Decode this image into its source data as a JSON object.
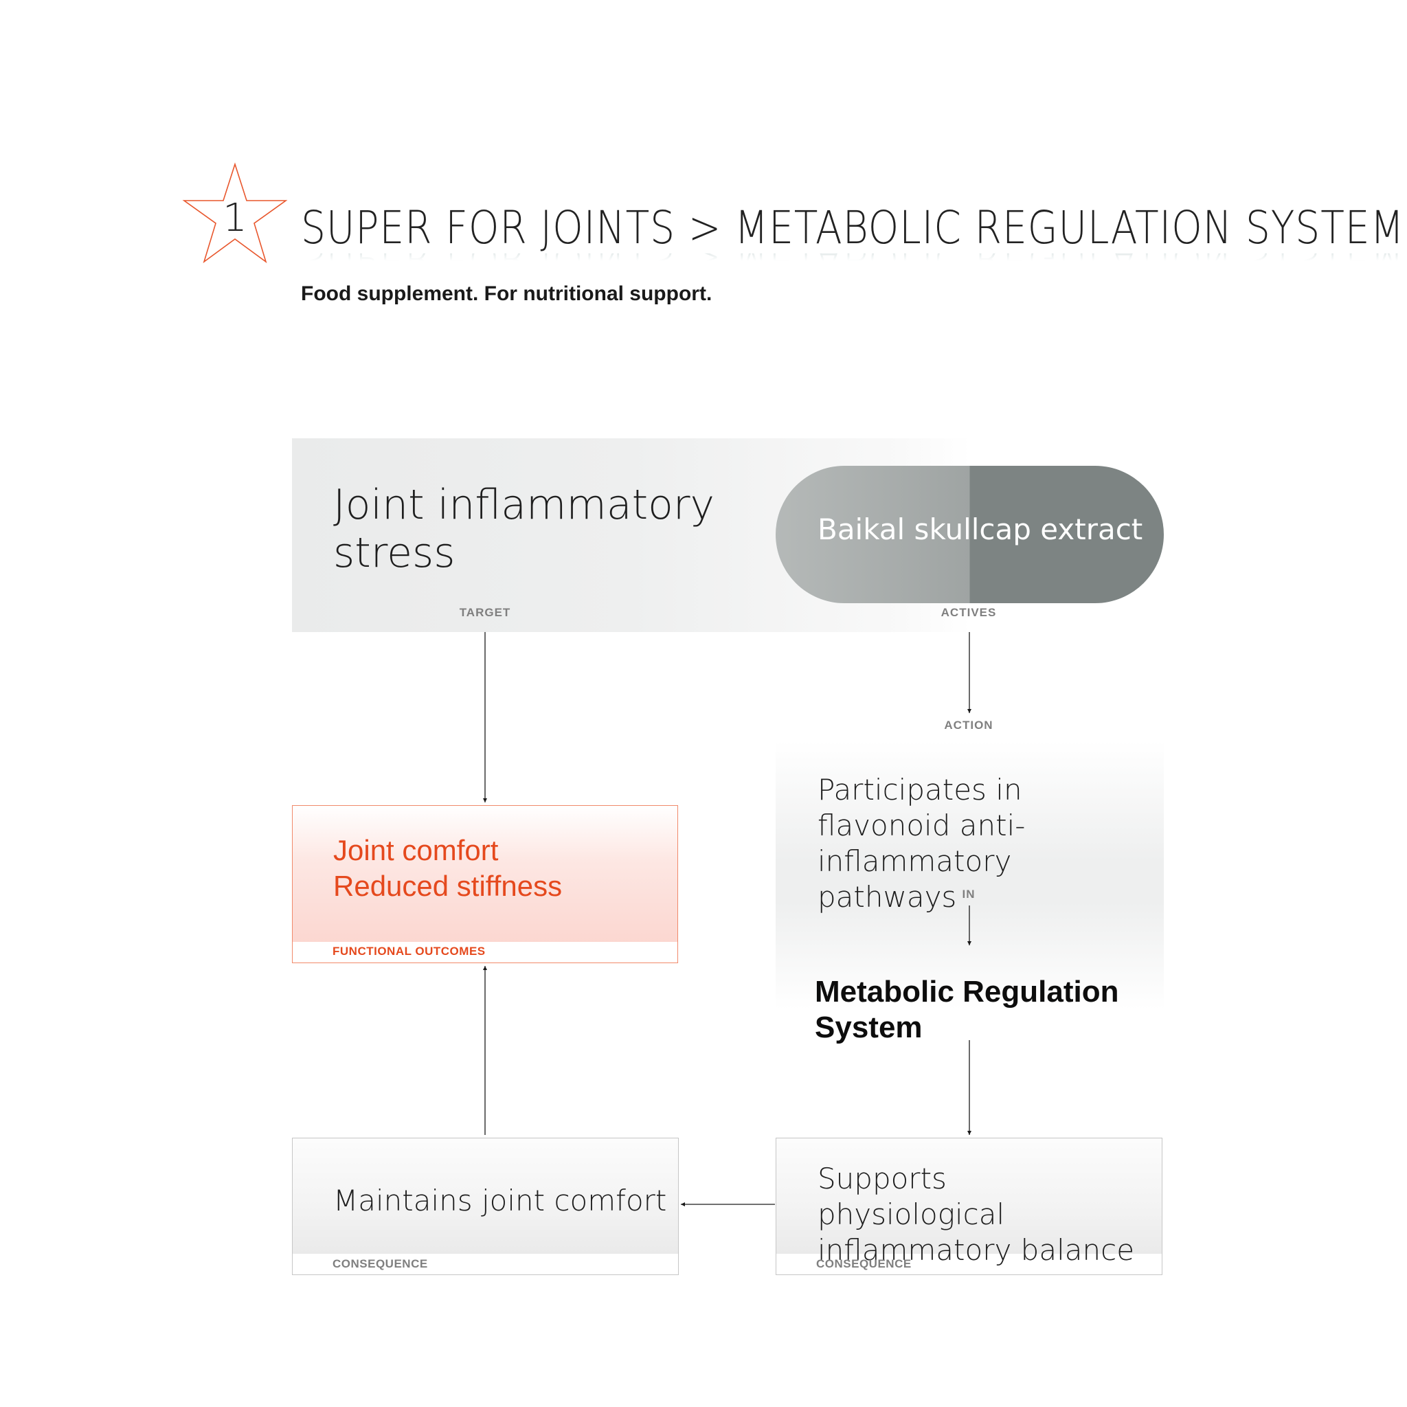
{
  "header": {
    "star_number": "1",
    "title": "SUPER FOR JOINTS > METABOLIC REGULATION SYSTEM",
    "subtitle": "Food supplement. For nutritional support."
  },
  "diagram": {
    "target": {
      "text": "Joint inflammatory stress",
      "label": "TARGET"
    },
    "actives": {
      "text": "Baikal skullcap extract",
      "label": "ACTIVES"
    },
    "action": {
      "label": "ACTION",
      "text": "Participates in flavonoid anti-inflammatory pathways",
      "in_label": "IN",
      "system": "Metabolic Regulation System"
    },
    "outcomes": {
      "line1": "Joint comfort",
      "line2": "Reduced stiffness",
      "label": "FUNCTIONAL OUTCOMES"
    },
    "consequence_left": {
      "text": "Maintains joint comfort",
      "label": "CONSEQUENCE"
    },
    "consequence_right": {
      "text": "Supports physiological inflammatory balance",
      "label": "CONSEQUENCE"
    }
  },
  "colors": {
    "accent": "#e5491d",
    "star_outline": "#e8562c",
    "pill_dark": "#7d8483",
    "pill_light": "#b5b9b8",
    "label_gray": "#7f7f7f"
  }
}
